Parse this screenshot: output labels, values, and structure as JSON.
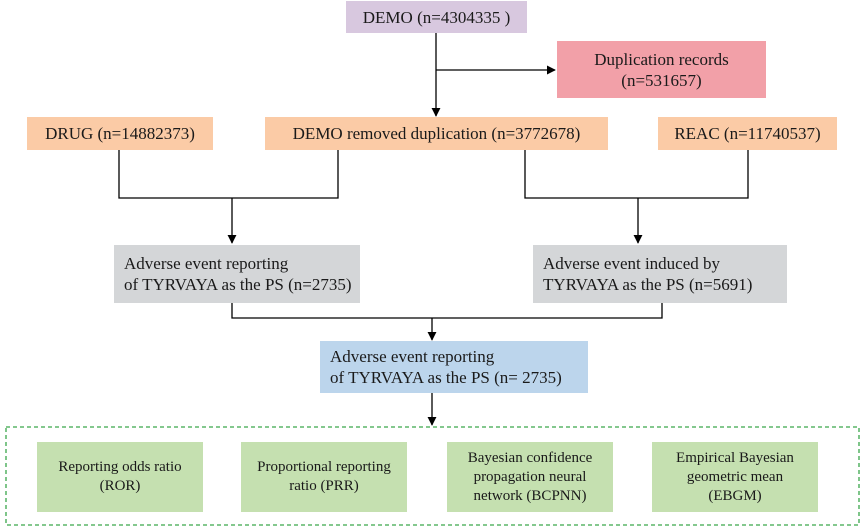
{
  "colors": {
    "demo": "#d8c8df",
    "duplication": "#f2a0a8",
    "source": "#fbcba6",
    "ae": "#d4d6d8",
    "final": "#bcd5ec",
    "method": "#c5e0b0",
    "outline": "#3aa64a",
    "line": "#000000"
  },
  "nodes": {
    "demo": {
      "label": "DEMO (n=4304335 )"
    },
    "duplication": {
      "line1": "Duplication records",
      "line2": "(n=531657)"
    },
    "drug": {
      "label": "DRUG (n=14882373)"
    },
    "demo_removed": {
      "label": "DEMO removed duplication (n=3772678)"
    },
    "reac": {
      "label": "REAC (n=11740537)"
    },
    "ae_reporting": {
      "line1": "Adverse event reporting",
      "line2": "of TYRVAYA as the PS (n=2735)"
    },
    "ae_induced": {
      "line1": "Adverse event induced by",
      "line2": "TYRVAYA as the PS (n=5691)"
    },
    "ae_final": {
      "line1": "Adverse event reporting",
      "line2": "of TYRVAYA as the PS (n= 2735)"
    }
  },
  "methods": [
    {
      "line1": "Reporting odds ratio",
      "line2": "(ROR)"
    },
    {
      "line1": "Proportional reporting",
      "line2": "ratio (PRR)"
    },
    {
      "line1": "Bayesian confidence",
      "line2": "propagation neural",
      "line3": "network (BCPNN)"
    },
    {
      "line1": "Empirical Bayesian",
      "line2": "geometric mean",
      "line3": "(EBGM)"
    }
  ]
}
